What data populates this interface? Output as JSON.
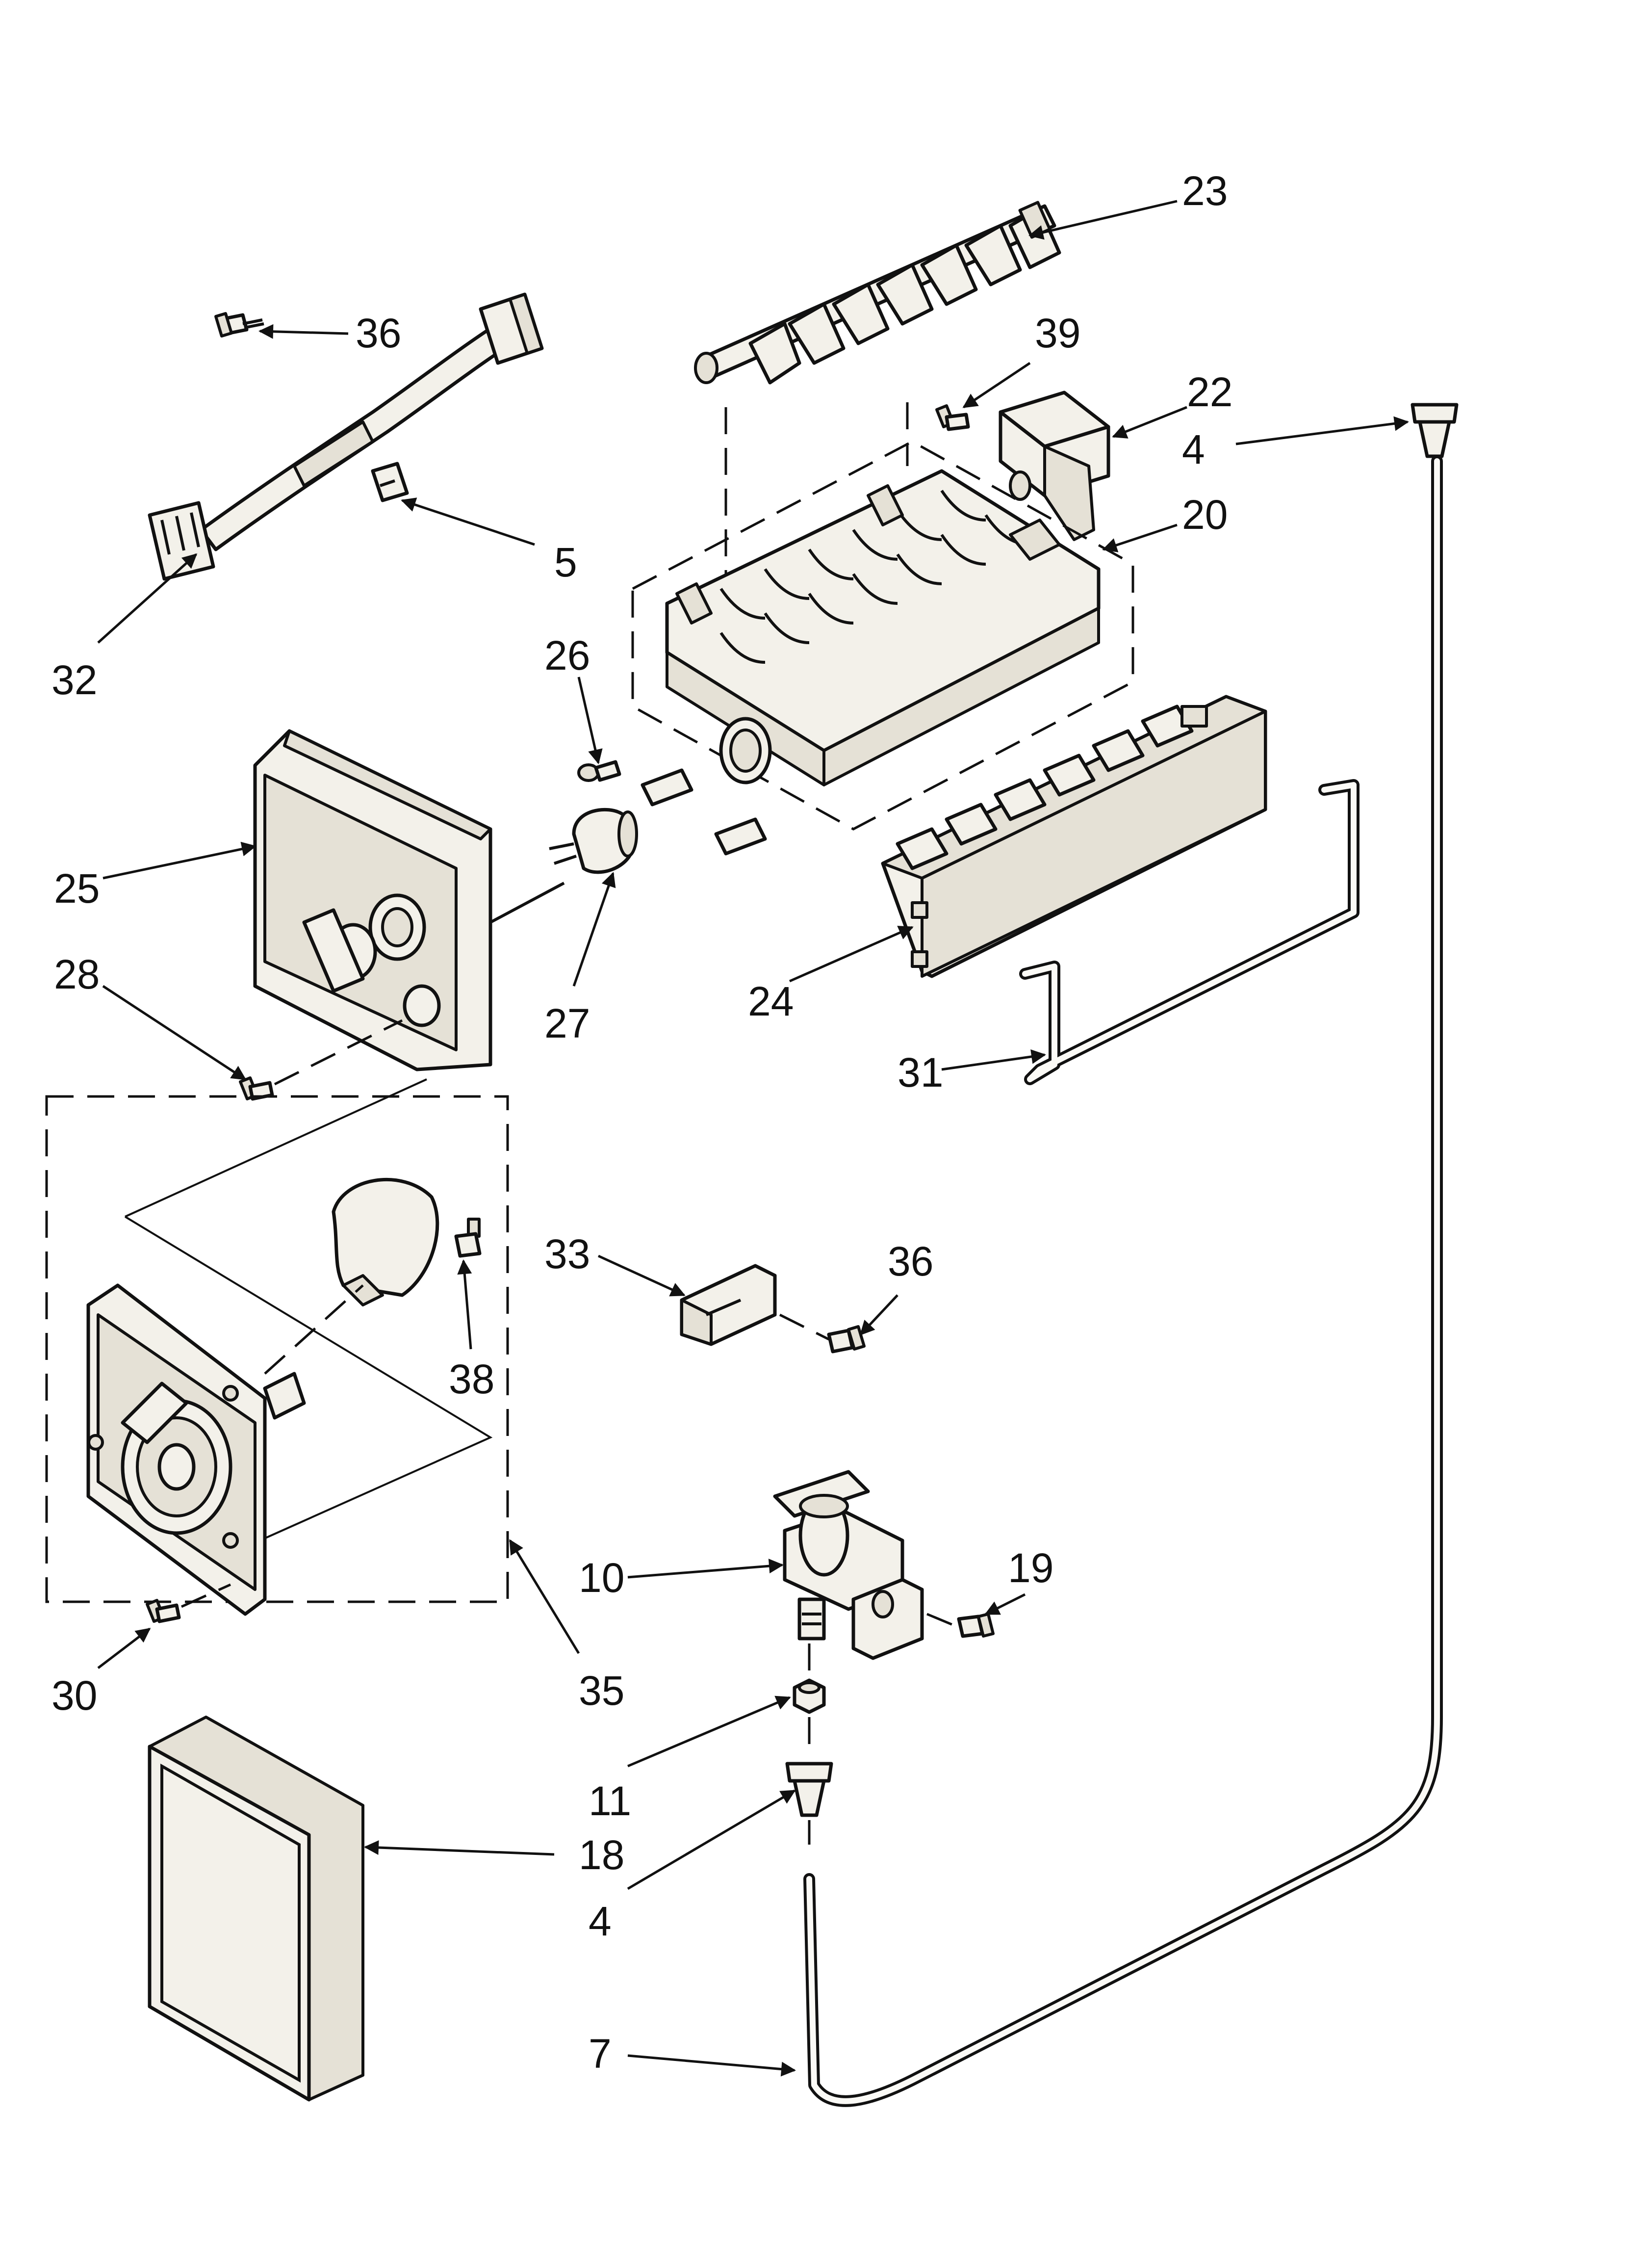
{
  "labels": {
    "l23": "23",
    "l36a": "36",
    "l39": "39",
    "l22": "22",
    "l4a": "4",
    "l20": "20",
    "l5": "5",
    "l32": "32",
    "l26": "26",
    "l25": "25",
    "l27": "27",
    "l28": "28",
    "l24": "24",
    "l31": "31",
    "l33": "33",
    "l36b": "36",
    "l38": "38",
    "l19": "19",
    "l10": "10",
    "l35": "35",
    "l30": "30",
    "l11": "11",
    "l18": "18",
    "l4b": "4",
    "l7": "7"
  }
}
